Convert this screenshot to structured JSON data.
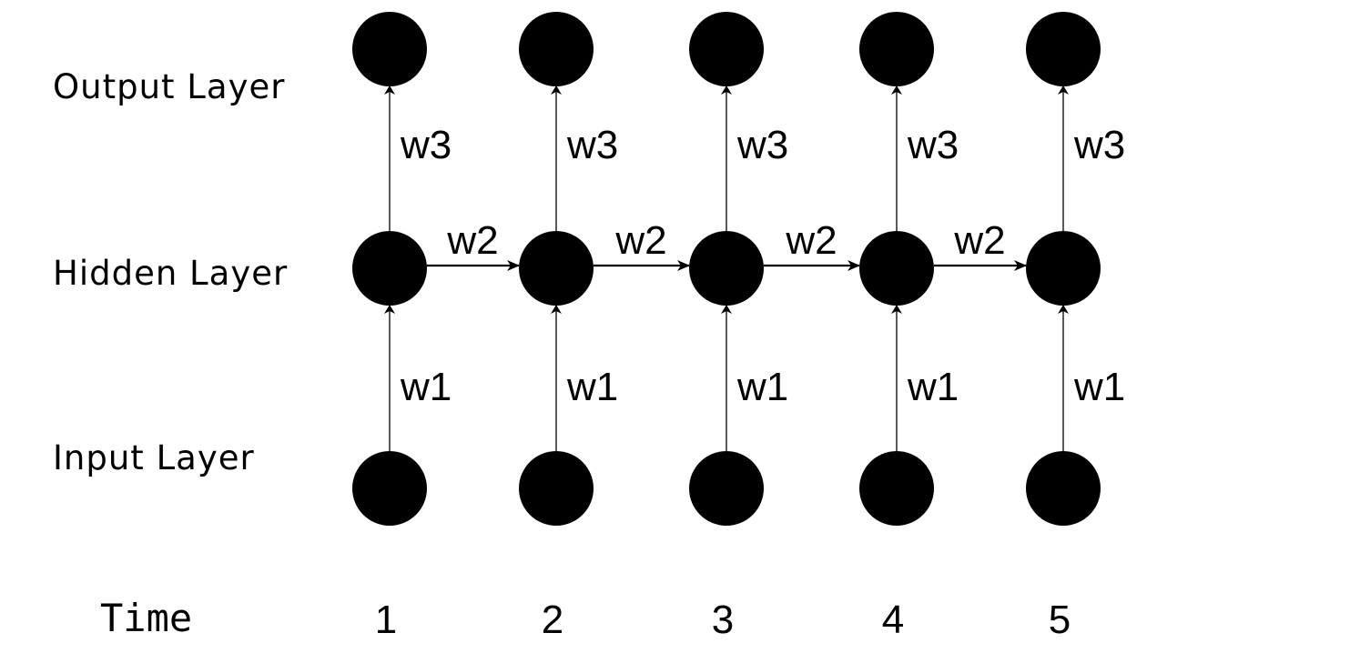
{
  "layers": {
    "output_label": "Output Layer",
    "hidden_label": "Hidden Layer",
    "input_label": "Input Layer"
  },
  "time_label": "Time",
  "timesteps": [
    "1",
    "2",
    "3",
    "4",
    "5"
  ],
  "weights": {
    "input_to_hidden": "w1",
    "hidden_to_hidden": "w2",
    "hidden_to_output": "w3"
  },
  "colors": {
    "node": "#000000",
    "edge": "#000000",
    "background": "#ffffff"
  }
}
